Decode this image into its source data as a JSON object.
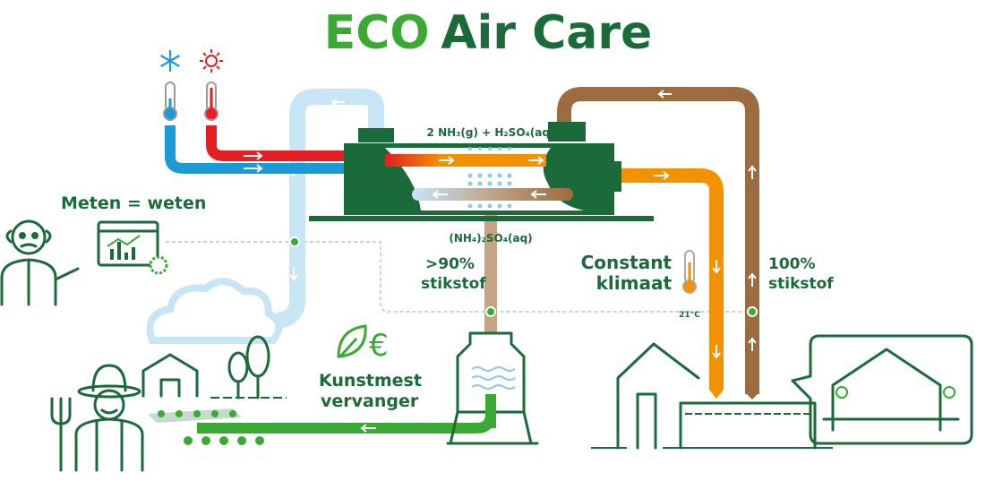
{
  "title": {
    "part1": "ECO",
    "part2": "Air Care"
  },
  "colors": {
    "dark_green": "#1b6b3a",
    "light_green": "#3aaa35",
    "cold_blue": "#1a9ad6",
    "light_blue": "#c8e5f6",
    "hot_red": "#e31e24",
    "orange": "#f39200",
    "brown": "#9c6b3f",
    "tan": "#c4a484"
  },
  "icons": [
    "snowflake-icon",
    "sun-icon",
    "thermometer-cold-icon",
    "thermometer-hot-icon",
    "thermometer-icon",
    "dashboard-gear-icon",
    "leaf-icon",
    "euro-icon",
    "cloud-icon"
  ],
  "labels": {
    "monitoring": "Meten = weten",
    "reaction_in": "2 NH₃(g) + H₂SO₄(aq)",
    "reaction_out": "(NH₄)₂SO₄(aq)",
    "nitrogen_captured_1": ">90%",
    "nitrogen_captured_2": "stikstof",
    "climate_1": "Constant",
    "climate_2": "klimaat",
    "temperature": "21°C",
    "nitrogen_total_1": "100%",
    "nitrogen_total_2": "stikstof",
    "fertilizer_1": "Kunstmest",
    "fertilizer_2": "vervanger",
    "euro_symbol": "€"
  }
}
